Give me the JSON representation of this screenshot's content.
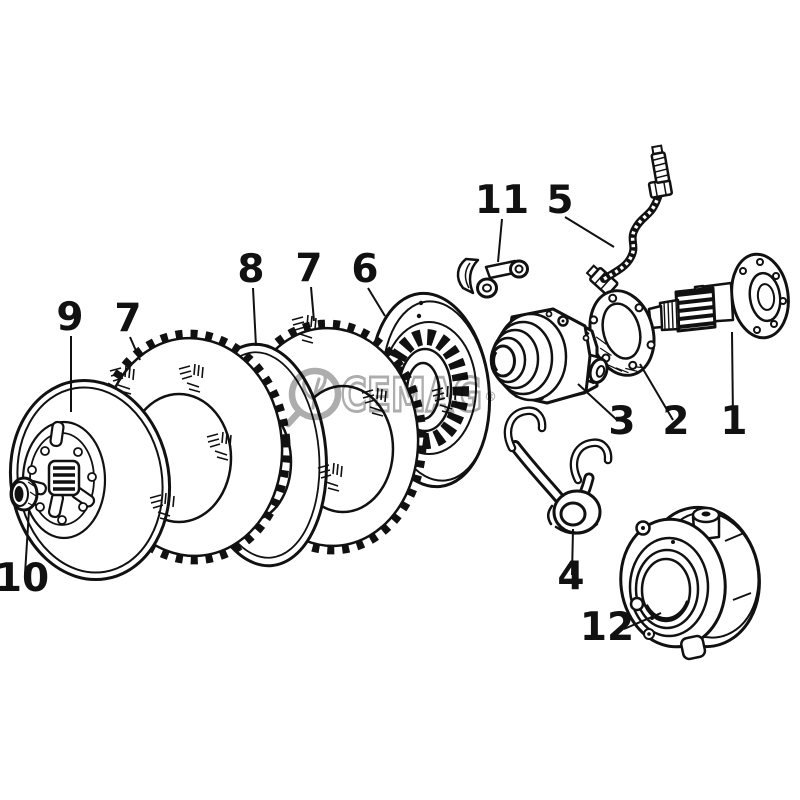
{
  "figure": {
    "type": "exploded-parts-diagram",
    "background_color": "#ffffff",
    "line_color": "#111111"
  },
  "watermark": {
    "text": "CEMAG",
    "registered_mark": "®",
    "color": "#a9a9a9"
  },
  "callouts": [
    {
      "label": "9"
    },
    {
      "label": "7"
    },
    {
      "label": "8"
    },
    {
      "label": "7"
    },
    {
      "label": "6"
    },
    {
      "label": "11"
    },
    {
      "label": "5"
    },
    {
      "label": "3"
    },
    {
      "label": "2"
    },
    {
      "label": "1"
    },
    {
      "label": "10"
    },
    {
      "label": "4"
    },
    {
      "label": "12"
    }
  ]
}
